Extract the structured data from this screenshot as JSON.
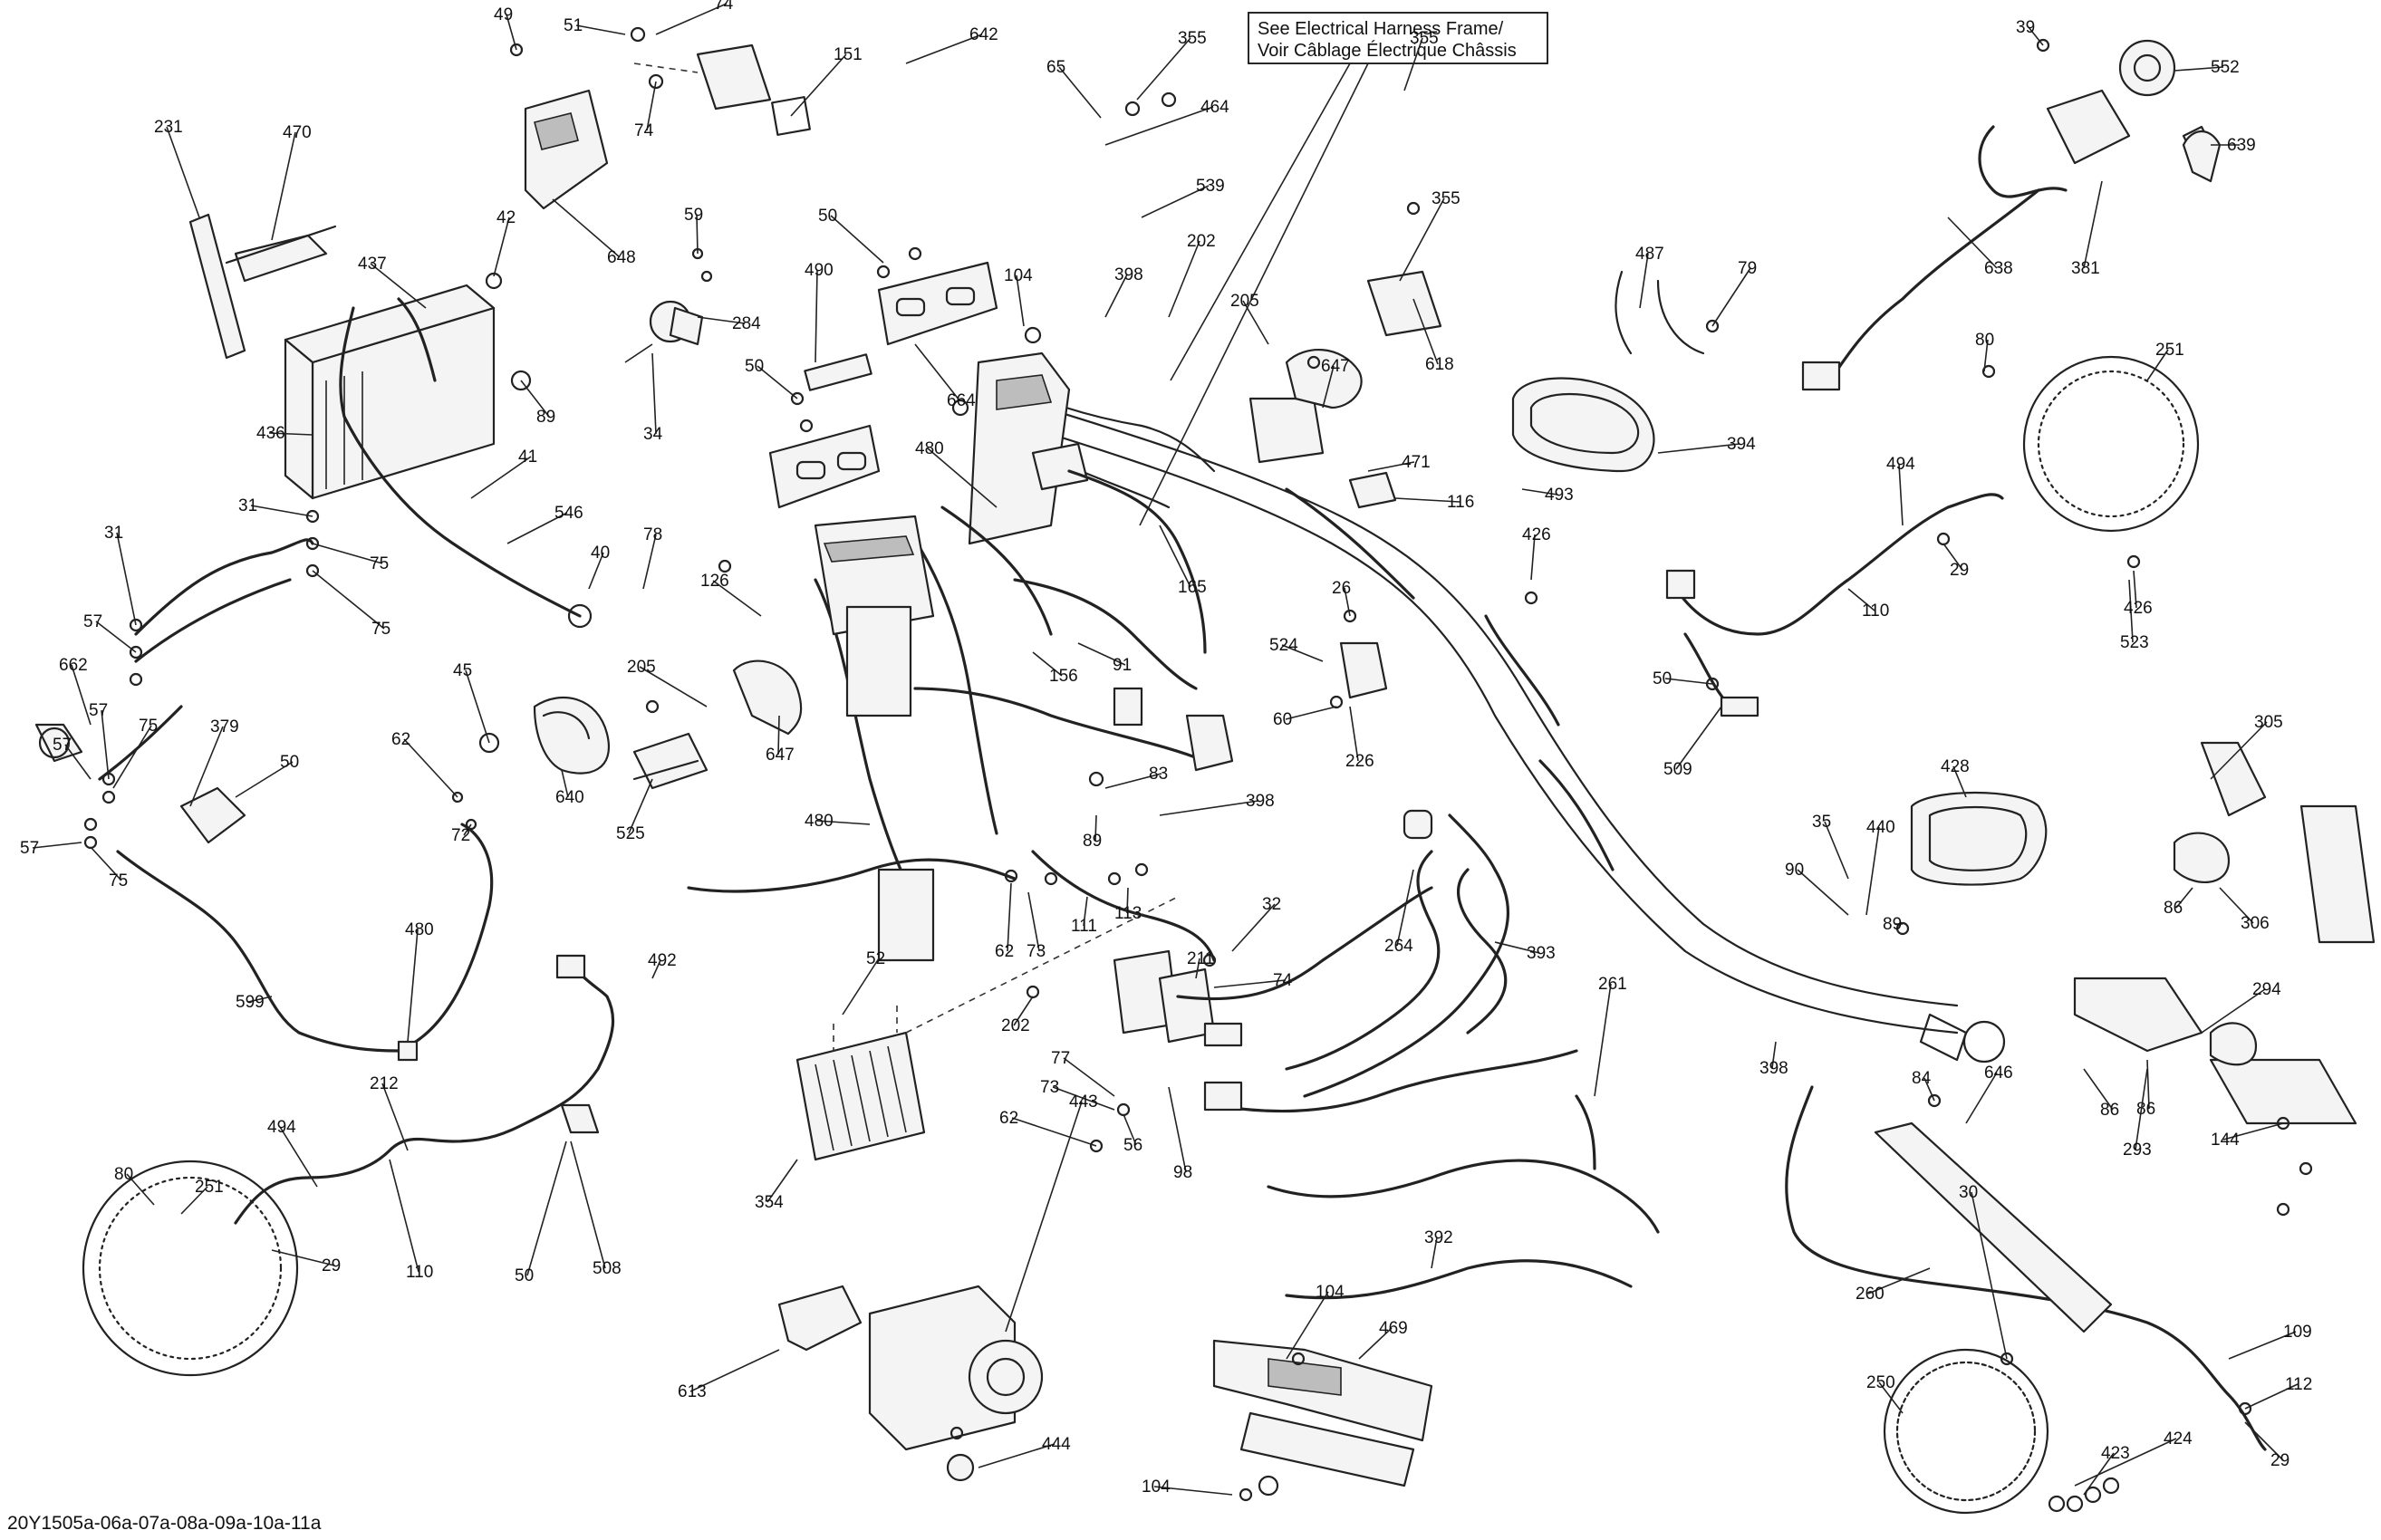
{
  "reference_code": "20Y1505a-06a-07a-08a-09a-10a-11a",
  "note": {
    "line1": "See Electrical Harness Frame/",
    "line2": "Voir Câblage Électrique Châssis"
  },
  "callouts": [
    {
      "label": "49"
    },
    {
      "label": "51"
    },
    {
      "label": "74"
    },
    {
      "label": "642"
    },
    {
      "label": "151"
    },
    {
      "label": "74"
    },
    {
      "label": "231"
    },
    {
      "label": "470"
    },
    {
      "label": "648"
    },
    {
      "label": "42"
    },
    {
      "label": "437"
    },
    {
      "label": "89"
    },
    {
      "label": "436"
    },
    {
      "label": "41"
    },
    {
      "label": "31"
    },
    {
      "label": "75"
    },
    {
      "label": "546"
    },
    {
      "label": "31"
    },
    {
      "label": "75"
    },
    {
      "label": "57"
    },
    {
      "label": "40"
    },
    {
      "label": "78"
    },
    {
      "label": "57"
    },
    {
      "label": "662"
    },
    {
      "label": "57"
    },
    {
      "label": "75"
    },
    {
      "label": "379"
    },
    {
      "label": "50"
    },
    {
      "label": "57"
    },
    {
      "label": "75"
    },
    {
      "label": "45"
    },
    {
      "label": "62"
    },
    {
      "label": "72"
    },
    {
      "label": "640"
    },
    {
      "label": "480"
    },
    {
      "label": "599"
    },
    {
      "label": "59"
    },
    {
      "label": "284"
    },
    {
      "label": "34"
    },
    {
      "label": "50"
    },
    {
      "label": "490"
    },
    {
      "label": "664"
    },
    {
      "label": "50"
    },
    {
      "label": "480"
    },
    {
      "label": "126"
    },
    {
      "label": "205"
    },
    {
      "label": "647"
    },
    {
      "label": "525"
    },
    {
      "label": "492"
    },
    {
      "label": "212"
    },
    {
      "label": "494"
    },
    {
      "label": "80"
    },
    {
      "label": "251"
    },
    {
      "label": "110"
    },
    {
      "label": "50"
    },
    {
      "label": "508"
    },
    {
      "label": "29"
    },
    {
      "label": "65"
    },
    {
      "label": "355"
    },
    {
      "label": "464"
    },
    {
      "label": "539"
    },
    {
      "label": "104"
    },
    {
      "label": "398"
    },
    {
      "label": "202"
    },
    {
      "label": "156"
    },
    {
      "label": "91"
    },
    {
      "label": "165"
    },
    {
      "label": "83"
    },
    {
      "label": "398"
    },
    {
      "label": "480"
    },
    {
      "label": "89"
    },
    {
      "label": "62"
    },
    {
      "label": "73"
    },
    {
      "label": "111"
    },
    {
      "label": "113"
    },
    {
      "label": "52"
    },
    {
      "label": "202"
    },
    {
      "label": "354"
    },
    {
      "label": "32"
    },
    {
      "label": "211"
    },
    {
      "label": "74"
    },
    {
      "label": "77"
    },
    {
      "label": "73"
    },
    {
      "label": "62"
    },
    {
      "label": "56"
    },
    {
      "label": "98"
    },
    {
      "label": "443"
    },
    {
      "label": "613"
    },
    {
      "label": "444"
    },
    {
      "label": "104"
    },
    {
      "label": "469"
    },
    {
      "label": "104"
    },
    {
      "label": "355"
    },
    {
      "label": "355"
    },
    {
      "label": "618"
    },
    {
      "label": "205"
    },
    {
      "label": "647"
    },
    {
      "label": "471"
    },
    {
      "label": "116"
    },
    {
      "label": "26"
    },
    {
      "label": "524"
    },
    {
      "label": "60"
    },
    {
      "label": "226"
    },
    {
      "label": "264"
    },
    {
      "label": "393"
    },
    {
      "label": "261"
    },
    {
      "label": "392"
    },
    {
      "label": "487"
    },
    {
      "label": "79"
    },
    {
      "label": "394"
    },
    {
      "label": "493"
    },
    {
      "label": "426"
    },
    {
      "label": "39"
    },
    {
      "label": "552"
    },
    {
      "label": "639"
    },
    {
      "label": "638"
    },
    {
      "label": "381"
    },
    {
      "label": "80"
    },
    {
      "label": "251"
    },
    {
      "label": "494"
    },
    {
      "label": "29"
    },
    {
      "label": "110"
    },
    {
      "label": "523"
    },
    {
      "label": "426"
    },
    {
      "label": "50"
    },
    {
      "label": "509"
    },
    {
      "label": "305"
    },
    {
      "label": "428"
    },
    {
      "label": "35"
    },
    {
      "label": "440"
    },
    {
      "label": "90"
    },
    {
      "label": "89"
    },
    {
      "label": "86"
    },
    {
      "label": "306"
    },
    {
      "label": "294"
    },
    {
      "label": "86"
    },
    {
      "label": "86"
    },
    {
      "label": "293"
    },
    {
      "label": "398"
    },
    {
      "label": "84"
    },
    {
      "label": "646"
    },
    {
      "label": "260"
    },
    {
      "label": "144"
    },
    {
      "label": "30"
    },
    {
      "label": "109"
    },
    {
      "label": "112"
    },
    {
      "label": "250"
    },
    {
      "label": "424"
    },
    {
      "label": "423"
    },
    {
      "label": "29"
    }
  ]
}
